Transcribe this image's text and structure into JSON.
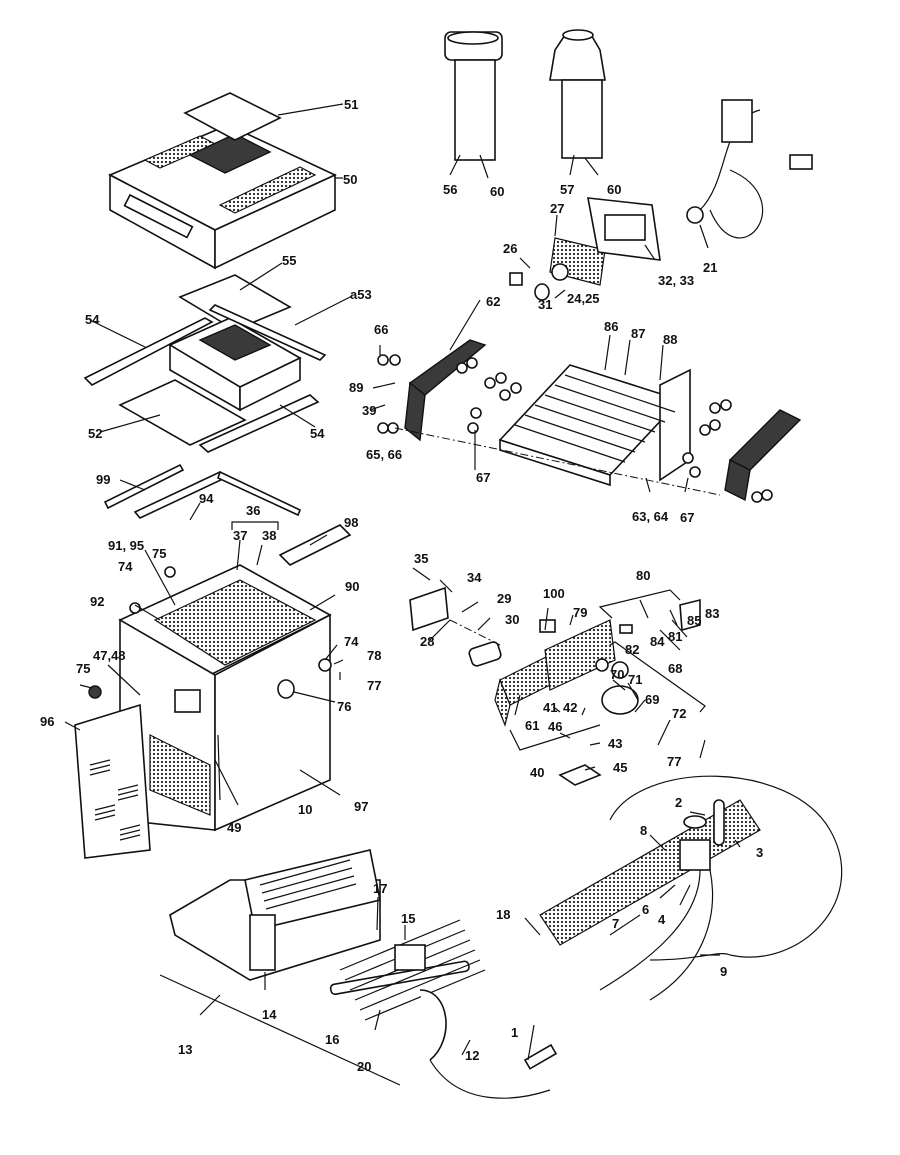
{
  "diagram": {
    "type": "exploded-parts-view",
    "subject": "pool heater assembly",
    "labels": {
      "p51": "51",
      "p50": "50",
      "p55": "55",
      "pa53": "a53",
      "p54a": "54",
      "p54b": "54",
      "p52": "52",
      "p56": "56",
      "p60a": "60",
      "p57": "57",
      "p60b": "60",
      "p27": "27",
      "p26": "26",
      "p31": "31",
      "p24_25": "24,25",
      "p32_33": "32, 33",
      "p21": "21",
      "p62": "62",
      "p66": "66",
      "p89": "89",
      "p39": "39",
      "p65_66": "65, 66",
      "p67a": "67",
      "p86": "86",
      "p87": "87",
      "p88": "88",
      "p63_64": "63, 64",
      "p67b": "67",
      "p99": "99",
      "p94": "94",
      "p36": "36",
      "p37": "37",
      "p38": "38",
      "p98": "98",
      "p91_95": "91, 95",
      "p75a": "75",
      "p74a": "74",
      "p92": "92",
      "p90": "90",
      "p74b": "74",
      "p78": "78",
      "p77a": "77",
      "p47_48": "47,48",
      "p75b": "75",
      "p76": "76",
      "p96": "96",
      "p10": "10",
      "p49": "49",
      "p97": "97",
      "p35": "35",
      "p34": "34",
      "p29": "29",
      "p30": "30",
      "p28": "28",
      "p100": "100",
      "p79": "79",
      "p80": "80",
      "p83": "83",
      "p85": "85",
      "p81": "81",
      "p84": "84",
      "p82": "82",
      "p68": "68",
      "p70": "70",
      "p71": "71",
      "p69": "69",
      "p72": "72",
      "p77b": "77",
      "p61": "61",
      "p41": "41",
      "p42": "42",
      "p46": "46",
      "p43": "43",
      "p45": "45",
      "p40": "40",
      "p2": "2",
      "p8": "8",
      "p3": "3",
      "p6": "6",
      "p4": "4",
      "p7": "7",
      "p9": "9",
      "p17": "17",
      "p15": "15",
      "p18": "18",
      "p14": "14",
      "p13": "13",
      "p16": "16",
      "p20": "20",
      "p12": "12",
      "p1": "1"
    }
  }
}
